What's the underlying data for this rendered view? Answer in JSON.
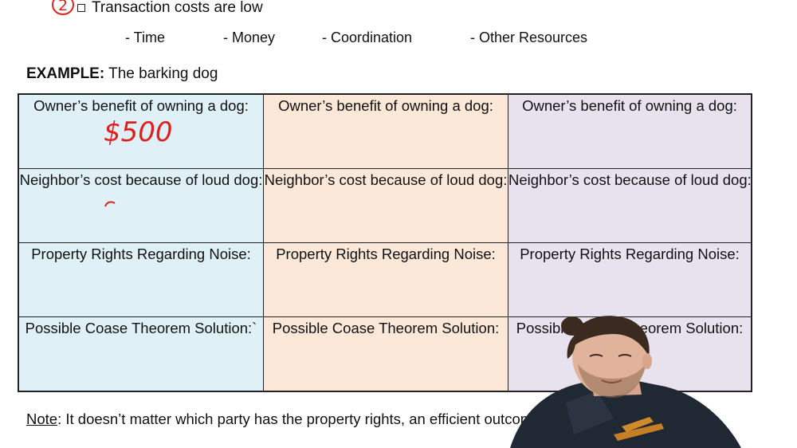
{
  "header": {
    "marker_number": "2",
    "condition_text": "Transaction costs are low"
  },
  "transaction_costs": [
    "- Time",
    "- Money",
    "- Coordination",
    "- Other Resources"
  ],
  "example": {
    "label": "EXAMPLE:",
    "text": "The barking dog"
  },
  "table": {
    "rows": [
      [
        "Owner’s benefit of owning a dog:",
        "Owner’s benefit of owning a dog:",
        "Owner’s benefit of owning a dog:"
      ],
      [
        "Neighbor’s cost because of loud dog:",
        "Neighbor’s cost because of loud dog:",
        "Neighbor’s cost because of loud dog:"
      ],
      [
        "Property Rights Regarding Noise:",
        "Property Rights Regarding Noise:",
        "Property Rights Regarding Noise:"
      ],
      [
        "Possible Coase Theorem Solution:`",
        "Possible Coase Theorem Solution:",
        "Possible Coase Theorem Solution:"
      ]
    ],
    "column_colors": [
      "#dff1f6",
      "#fce8d8",
      "#e8e2ee"
    ]
  },
  "handwritten": {
    "owner_benefit_col1": "$500",
    "ink_color": "#e02020"
  },
  "note": {
    "label": "Note",
    "text": ": It doesn’t matter which party has the property rights, an efficient outcome is"
  }
}
